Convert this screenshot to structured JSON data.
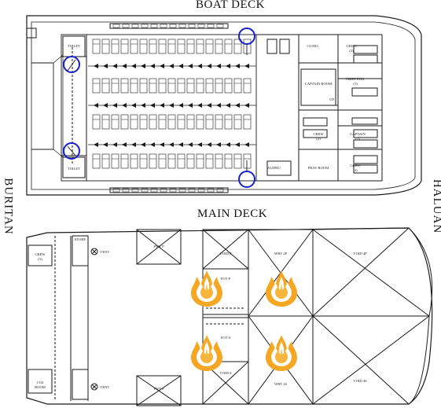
{
  "titles": {
    "boat_deck": "BOAT DECK",
    "main_deck": "MAIN DECK",
    "stern": "BURITAN",
    "bow": "HALUAN"
  },
  "boat_deck_rooms": {
    "toilet_top": "TOILET",
    "toilet_bottom": "TOILET",
    "clinic": "CLINIC",
    "crew_2_top": "CREW",
    "crew_2_top_count": "(2)",
    "chief_eng": "CHIEF ENG.",
    "chief_eng_count": "(1)",
    "captain_room": "CAPTAIN ROOM",
    "crew_2_mid": "CREW",
    "crew_2_mid_count": "(2)",
    "captain": "CAPTAIN",
    "captain_count": "(1)",
    "wudhu": "WUDHU",
    "pray_room": "PRAY ROOM",
    "crew_2_bottom": "CREW",
    "crew_2_bottom_count": "(2)",
    "up": "UP"
  },
  "main_deck_rooms": {
    "crew_1": "CREW",
    "crew_1_count": "(1)",
    "store": "STORE",
    "vent_top": "VENT",
    "vent_bottom": "VENT",
    "co2_room": "CO2",
    "co2_room_2": "ROOM",
    "fwt_p": "FWT P",
    "fwt_s": "FWT S",
    "fot_p": "FOT P",
    "fot_s": "FOT S",
    "void_p": "VOID P",
    "void_s": "VOID S",
    "wbt_2p": "WBT 2P",
    "wbt_2s": "WBT 2S",
    "void_4p": "VOID 4P",
    "void_4s": "VOID 4S"
  },
  "colors": {
    "line": "#1a1a1a",
    "highlight": "#1622c9",
    "flame_outer": "#f5a623",
    "flame_inner": "#ffffff",
    "flame_core": "#f7b53b"
  },
  "icons": {
    "highlight_circle": "circle-outline-icon",
    "fire": "fire-icon",
    "vent": "vent-x-icon"
  }
}
